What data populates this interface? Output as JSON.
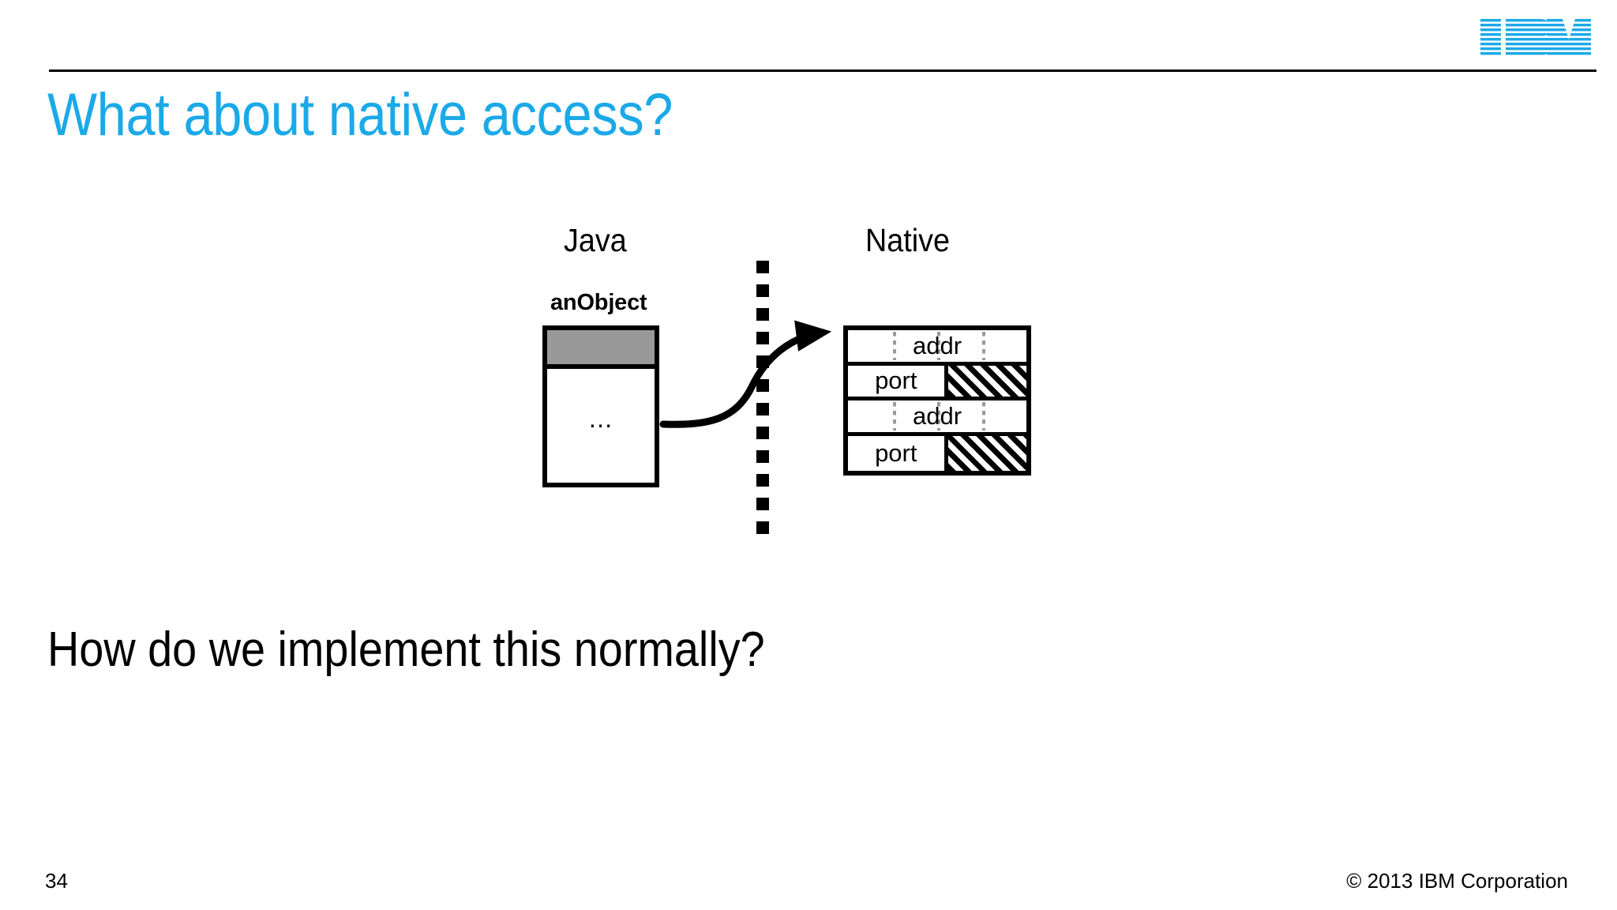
{
  "slide": {
    "title": "What about native access?",
    "title_color": "#1BA9E8",
    "background": "#ffffff",
    "body_text": "How do we implement this normally?",
    "page_number": "34",
    "copyright": "© 2013 IBM Corporation",
    "logo_alt": "IBM",
    "logo_color": "#1BA9E8"
  },
  "diagram": {
    "left_side_label": "Java",
    "right_side_label": "Native",
    "object_label": "anObject",
    "object_body_text": "…",
    "object_header_color": "#999999",
    "divider_style": "square-dotted-vertical",
    "arrow_label": "",
    "native_rows": [
      {
        "kind": "addr",
        "label": "addr",
        "hatched": false
      },
      {
        "kind": "port",
        "label": "port",
        "hatched": true
      },
      {
        "kind": "addr",
        "label": "addr",
        "hatched": false
      },
      {
        "kind": "port",
        "label": "port",
        "hatched": true
      }
    ]
  }
}
